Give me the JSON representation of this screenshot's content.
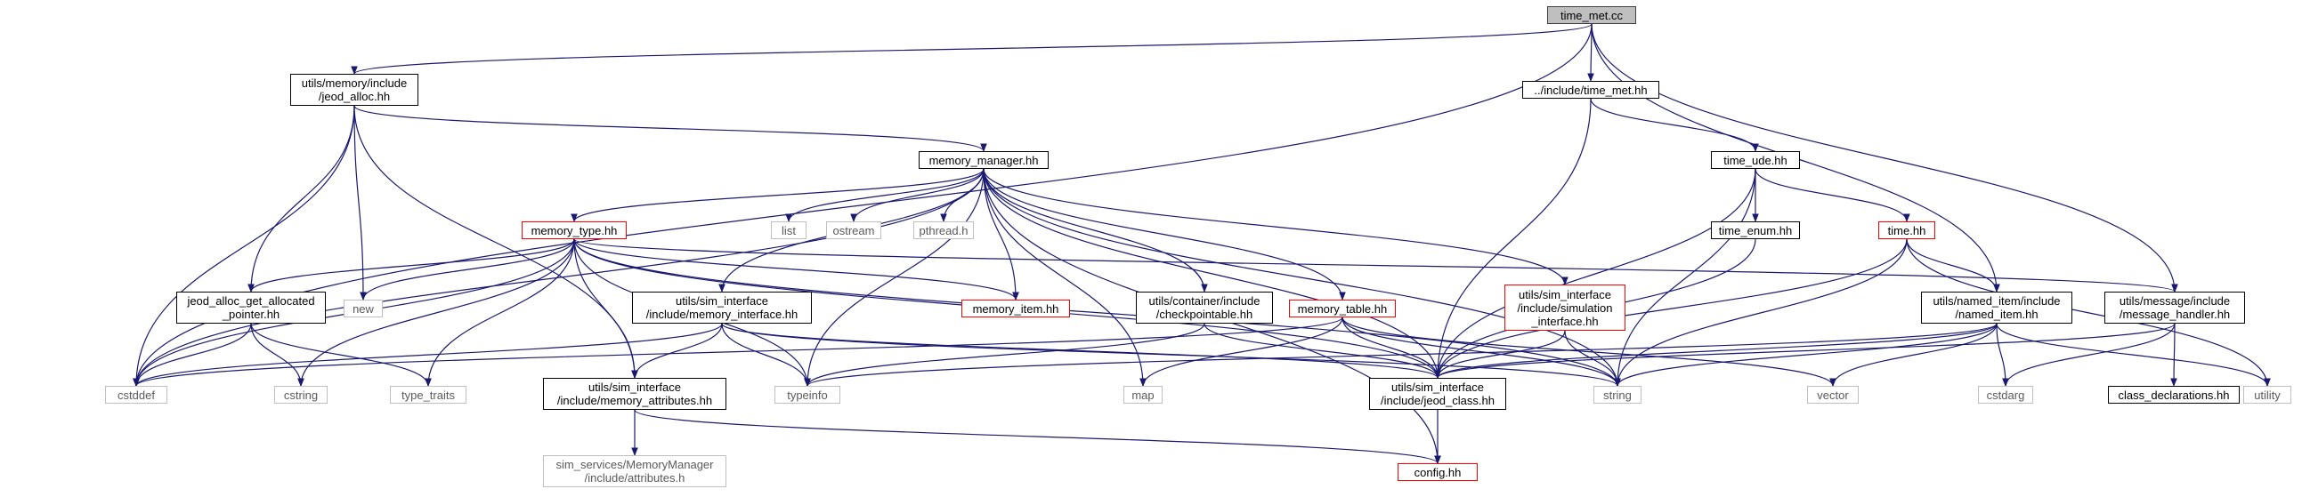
{
  "nodes": [
    {
      "id": "time_met",
      "label": "time_met.cc",
      "style": "root",
      "link": false
    },
    {
      "id": "jeod_alloc",
      "label": "utils/memory/include\n/jeod_alloc.hh",
      "style": "normal",
      "link": true
    },
    {
      "id": "time_met_hh",
      "label": "../include/time_met.hh",
      "style": "normal",
      "link": true
    },
    {
      "id": "memory_manager",
      "label": "memory_manager.hh",
      "style": "normal",
      "link": true
    },
    {
      "id": "time_ude",
      "label": "time_ude.hh",
      "style": "normal",
      "link": true
    },
    {
      "id": "memory_type",
      "label": "memory_type.hh",
      "style": "red",
      "link": true
    },
    {
      "id": "list",
      "label": "list",
      "style": "ext",
      "link": false
    },
    {
      "id": "ostream",
      "label": "ostream",
      "style": "ext",
      "link": false
    },
    {
      "id": "pthread",
      "label": "pthread.h",
      "style": "ext",
      "link": false
    },
    {
      "id": "time_enum",
      "label": "time_enum.hh",
      "style": "normal",
      "link": true
    },
    {
      "id": "time_hh",
      "label": "time.hh",
      "style": "red",
      "link": true
    },
    {
      "id": "jeod_alloc_ptr",
      "label": "jeod_alloc_get_allocated\n_pointer.hh",
      "style": "normal",
      "link": true
    },
    {
      "id": "new",
      "label": "new",
      "style": "ext",
      "link": false
    },
    {
      "id": "memory_interface",
      "label": "utils/sim_interface\n/include/memory_interface.hh",
      "style": "normal",
      "link": true
    },
    {
      "id": "memory_item",
      "label": "memory_item.hh",
      "style": "red",
      "link": true
    },
    {
      "id": "checkpointable",
      "label": "utils/container/include\n/checkpointable.hh",
      "style": "normal",
      "link": true
    },
    {
      "id": "memory_table",
      "label": "memory_table.hh",
      "style": "red",
      "link": true
    },
    {
      "id": "simulation_interface",
      "label": "utils/sim_interface\n/include/simulation\n_interface.hh",
      "style": "red",
      "link": true
    },
    {
      "id": "named_item",
      "label": "utils/named_item/include\n/named_item.hh",
      "style": "normal",
      "link": true
    },
    {
      "id": "message_handler",
      "label": "utils/message/include\n/message_handler.hh",
      "style": "normal",
      "link": true
    },
    {
      "id": "cstddef",
      "label": "cstddef",
      "style": "ext",
      "link": false
    },
    {
      "id": "cstring",
      "label": "cstring",
      "style": "ext",
      "link": false
    },
    {
      "id": "type_traits",
      "label": "type_traits",
      "style": "ext",
      "link": false
    },
    {
      "id": "memory_attributes",
      "label": "utils/sim_interface\n/include/memory_attributes.hh",
      "style": "normal",
      "link": true
    },
    {
      "id": "typeinfo",
      "label": "typeinfo",
      "style": "ext",
      "link": false
    },
    {
      "id": "map",
      "label": "map",
      "style": "ext",
      "link": false
    },
    {
      "id": "jeod_class",
      "label": "utils/sim_interface\n/include/jeod_class.hh",
      "style": "normal",
      "link": true
    },
    {
      "id": "string",
      "label": "string",
      "style": "ext",
      "link": false
    },
    {
      "id": "vector",
      "label": "vector",
      "style": "ext",
      "link": false
    },
    {
      "id": "cstdarg",
      "label": "cstdarg",
      "style": "ext",
      "link": false
    },
    {
      "id": "class_declarations",
      "label": "class_declarations.hh",
      "style": "normal",
      "link": true
    },
    {
      "id": "utility",
      "label": "utility",
      "style": "ext",
      "link": false
    },
    {
      "id": "sim_services_attr",
      "label": "sim_services/MemoryManager\n/include/attributes.h",
      "style": "ext",
      "link": false
    },
    {
      "id": "config",
      "label": "config.hh",
      "style": "red",
      "link": true
    }
  ],
  "edges": [
    [
      "time_met",
      "cstddef"
    ],
    [
      "time_met",
      "jeod_alloc"
    ],
    [
      "time_met",
      "time_met_hh"
    ],
    [
      "time_met",
      "named_item"
    ],
    [
      "time_met",
      "message_handler"
    ],
    [
      "jeod_alloc",
      "memory_manager"
    ],
    [
      "jeod_alloc",
      "jeod_alloc_ptr"
    ],
    [
      "jeod_alloc",
      "new"
    ],
    [
      "jeod_alloc",
      "memory_attributes"
    ],
    [
      "jeod_alloc",
      "cstddef"
    ],
    [
      "time_met_hh",
      "time_ude"
    ],
    [
      "time_met_hh",
      "jeod_class"
    ],
    [
      "time_ude",
      "time_enum"
    ],
    [
      "time_ude",
      "time_hh"
    ],
    [
      "time_ude",
      "jeod_class"
    ],
    [
      "time_ude",
      "string"
    ],
    [
      "time_enum",
      "jeod_class"
    ],
    [
      "time_hh",
      "named_item"
    ],
    [
      "time_hh",
      "jeod_class"
    ],
    [
      "time_hh",
      "string"
    ],
    [
      "time_hh",
      "utility"
    ],
    [
      "memory_manager",
      "memory_type"
    ],
    [
      "memory_manager",
      "list"
    ],
    [
      "memory_manager",
      "ostream"
    ],
    [
      "memory_manager",
      "pthread"
    ],
    [
      "memory_manager",
      "memory_interface"
    ],
    [
      "memory_manager",
      "memory_item"
    ],
    [
      "memory_manager",
      "checkpointable"
    ],
    [
      "memory_manager",
      "memory_table"
    ],
    [
      "memory_manager",
      "simulation_interface"
    ],
    [
      "memory_manager",
      "jeod_class"
    ],
    [
      "memory_manager",
      "string"
    ],
    [
      "memory_manager",
      "map"
    ],
    [
      "memory_manager",
      "typeinfo"
    ],
    [
      "memory_manager",
      "cstddef"
    ],
    [
      "memory_manager",
      "config"
    ],
    [
      "memory_type",
      "jeod_alloc_ptr"
    ],
    [
      "memory_type",
      "new"
    ],
    [
      "memory_type",
      "memory_item"
    ],
    [
      "memory_type",
      "message_handler"
    ],
    [
      "memory_type",
      "cstddef"
    ],
    [
      "memory_type",
      "cstring"
    ],
    [
      "memory_type",
      "type_traits"
    ],
    [
      "memory_type",
      "memory_attributes"
    ],
    [
      "memory_type",
      "typeinfo"
    ],
    [
      "memory_type",
      "jeod_class"
    ],
    [
      "memory_type",
      "string"
    ],
    [
      "jeod_alloc_ptr",
      "cstddef"
    ],
    [
      "jeod_alloc_ptr",
      "cstring"
    ],
    [
      "jeod_alloc_ptr",
      "type_traits"
    ],
    [
      "memory_interface",
      "memory_attributes"
    ],
    [
      "memory_interface",
      "cstddef"
    ],
    [
      "memory_interface",
      "typeinfo"
    ],
    [
      "memory_interface",
      "jeod_class"
    ],
    [
      "memory_interface",
      "string"
    ],
    [
      "memory_attributes",
      "sim_services_attr"
    ],
    [
      "memory_attributes",
      "config"
    ],
    [
      "checkpointable",
      "typeinfo"
    ],
    [
      "checkpointable",
      "jeod_class"
    ],
    [
      "memory_table",
      "map"
    ],
    [
      "memory_table",
      "jeod_class"
    ],
    [
      "memory_table",
      "string"
    ],
    [
      "memory_table",
      "cstddef"
    ],
    [
      "memory_table",
      "vector"
    ],
    [
      "simulation_interface",
      "jeod_class"
    ],
    [
      "simulation_interface",
      "string"
    ],
    [
      "named_item",
      "jeod_class"
    ],
    [
      "named_item",
      "string"
    ],
    [
      "named_item",
      "vector"
    ],
    [
      "named_item",
      "cstdarg"
    ],
    [
      "named_item",
      "utility"
    ],
    [
      "named_item",
      "typeinfo"
    ],
    [
      "message_handler",
      "jeod_class"
    ],
    [
      "message_handler",
      "cstdarg"
    ],
    [
      "message_handler",
      "class_declarations"
    ],
    [
      "jeod_class",
      "config"
    ]
  ],
  "colors": {
    "edge": "#191970",
    "node_border": "#000000",
    "red_border": "#ff0000",
    "external_border": "#bfbfbf",
    "root_fill": "#bfbfbf",
    "background": "#ffffff"
  }
}
